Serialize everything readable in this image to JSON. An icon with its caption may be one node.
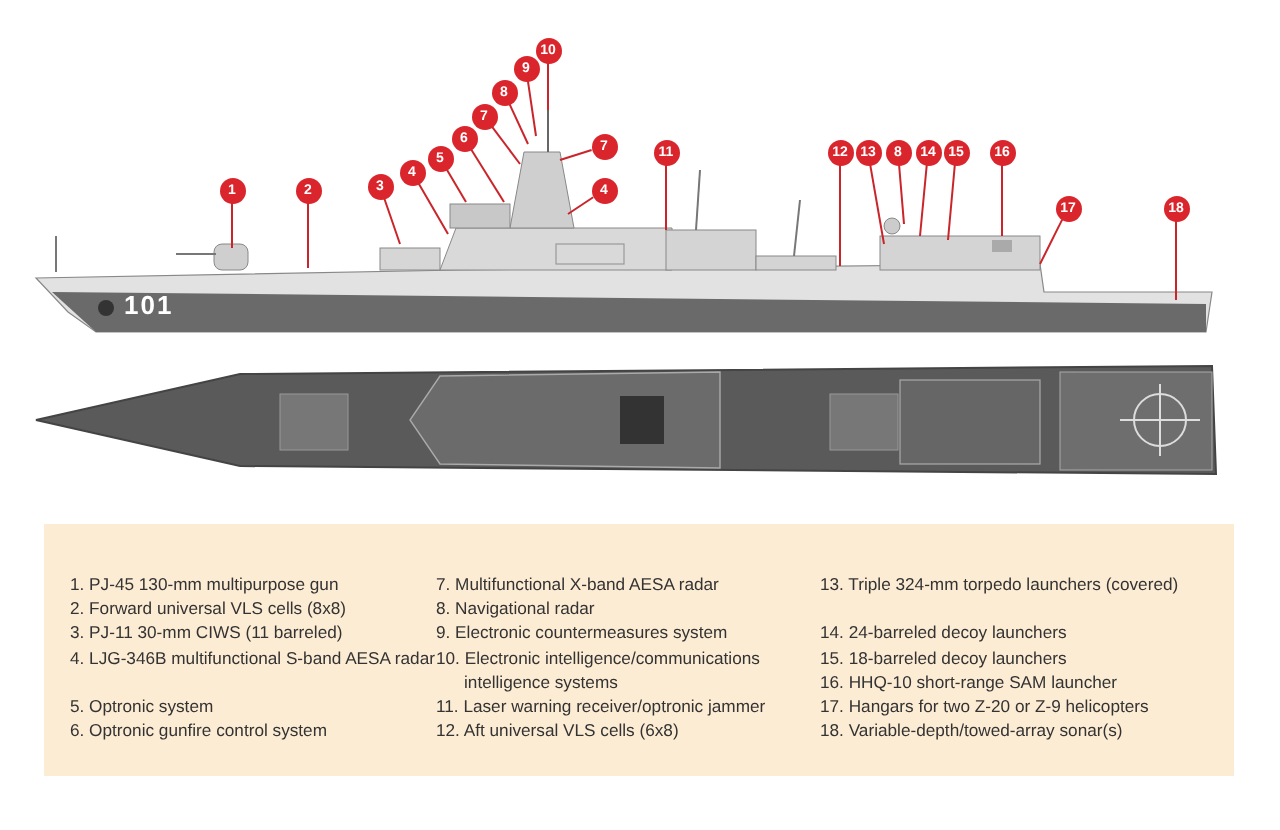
{
  "diagram": {
    "nodes": [
      {
        "text": [
          "1"
        ]
      },
      {
        "text": [
          "2"
        ]
      },
      {
        "text": [
          "3"
        ]
      },
      {
        "text": [
          "4"
        ]
      },
      {
        "text": [
          "5"
        ]
      },
      {
        "text": [
          "6"
        ]
      },
      {
        "text": [
          "7"
        ]
      },
      {
        "text": [
          "8"
        ]
      },
      {
        "text": [
          "9"
        ]
      },
      {
        "text": [
          "10"
        ]
      },
      {
        "text": [
          "7"
        ]
      },
      {
        "text": [
          "4"
        ]
      },
      {
        "text": [
          "11"
        ]
      },
      {
        "text": [
          "12"
        ]
      },
      {
        "text": [
          "13"
        ]
      },
      {
        "text": [
          "8"
        ]
      },
      {
        "text": [
          "14"
        ]
      },
      {
        "text": [
          "15"
        ]
      },
      {
        "text": [
          "16"
        ]
      },
      {
        "text": [
          "17"
        ]
      },
      {
        "text": [
          "18"
        ]
      }
    ],
    "edges": [
      {
        "from": 0,
        "to": null,
        "arrow": "none"
      },
      {
        "from": 1,
        "to": null,
        "arrow": "none"
      },
      {
        "from": 2,
        "to": null,
        "arrow": "none"
      },
      {
        "from": 3,
        "to": null,
        "arrow": "none"
      },
      {
        "from": 4,
        "to": null,
        "arrow": "none"
      },
      {
        "from": 5,
        "to": null,
        "arrow": "none"
      },
      {
        "from": 6,
        "to": null,
        "arrow": "none"
      },
      {
        "from": 7,
        "to": null,
        "arrow": "none"
      },
      {
        "from": 8,
        "to": null,
        "arrow": "none"
      },
      {
        "from": 9,
        "to": null,
        "arrow": "none"
      },
      {
        "from": 10,
        "to": null,
        "arrow": "none"
      },
      {
        "from": 11,
        "to": null,
        "arrow": "none"
      },
      {
        "from": 12,
        "to": null,
        "arrow": "none"
      },
      {
        "from": 13,
        "to": null,
        "arrow": "none"
      },
      {
        "from": 14,
        "to": null,
        "arrow": "none"
      },
      {
        "from": 15,
        "to": null,
        "arrow": "none"
      },
      {
        "from": 16,
        "to": null,
        "arrow": "none"
      },
      {
        "from": 17,
        "to": null,
        "arrow": "none"
      },
      {
        "from": 18,
        "to": null,
        "arrow": "none"
      },
      {
        "from": 19,
        "to": null,
        "arrow": "none"
      },
      {
        "from": 20,
        "to": null,
        "arrow": "none"
      }
    ],
    "labels": [
      "101",
      "1. PJ-45 130-mm multipurpose gun",
      "2. Forward universal VLS cells (8x8)",
      "3. PJ-11 30-mm CIWS (11 barreled)",
      "4. LJG-346B multifunctional S-band AESA radar",
      "5. Optronic system",
      "6. Optronic gunfire control system",
      "7. Multifunctional X-band AESA radar",
      "8. Navigational radar",
      "9. Electronic countermeasures system",
      "10. Electronic intelligence/communications intelligence systems",
      "11. Laser warning receiver/optronic jammer",
      "12. Aft universal VLS cells (6x8)",
      "13. Triple 324-mm torpedo launchers (covered)",
      "14. 24-barreled decoy launchers",
      "15. 18-barreled decoy launchers",
      "16. HHQ-10 short-range SAM launcher",
      "17. Hangars for two Z-20 or Z-9 helicopters",
      "18. Variable-depth/towed-array sonar(s)"
    ]
  }
}
